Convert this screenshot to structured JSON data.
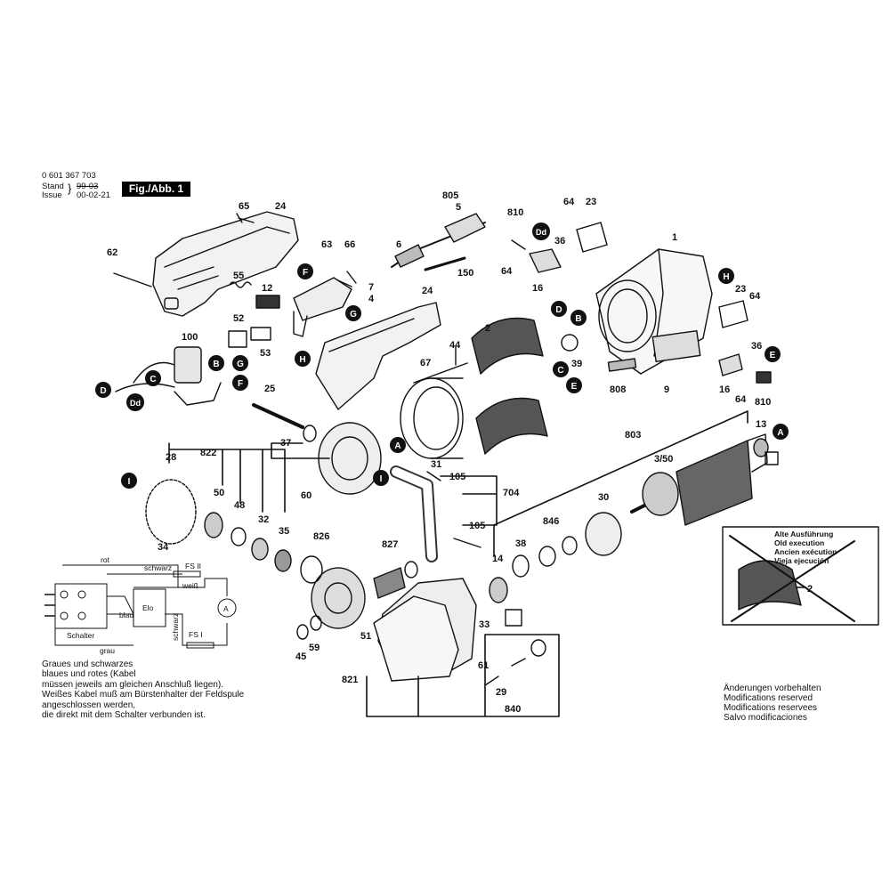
{
  "header": {
    "part_number": "0 601 367 703",
    "stand_label": "Stand",
    "stand_value": "99-03",
    "issue_label": "Issue",
    "issue_value": "00-02-21",
    "figure_label": "Fig./Abb. 1"
  },
  "notes_left": {
    "lines": [
      "Graues und schwarzes",
      "blaues und rotes (Kabel",
      "müssen jeweils am gleichen Anschluß liegen).",
      "Weißes Kabel muß am Bürstenhalter der Feldspule",
      "angeschlossen werden,",
      "die direkt mit dem Schalter verbunden ist."
    ]
  },
  "notes_right": {
    "lines": [
      "Änderungen vorbehalten",
      "Modifications reserved",
      "Modifications reservees",
      "Salvo modificaciones"
    ]
  },
  "old_execution_box": {
    "lines": [
      "Alte Ausführung",
      "Old execution",
      "Ancien exécution",
      "Vieja ejecución"
    ],
    "part_ref": "2"
  },
  "wiring": {
    "rot": "rot",
    "schwarz_top": "schwarz",
    "fs2": "FS II",
    "weiss": "weiß",
    "blau": "blau",
    "elo": "Elo",
    "schwarz_side": "schwarz",
    "fs1": "FS I",
    "schalter": "Schalter",
    "grau": "grau",
    "motor": "A"
  },
  "circle_refs": {
    "A": "A",
    "B": "B",
    "C": "C",
    "D": "D",
    "E": "E",
    "F": "F",
    "G": "G",
    "H": "H",
    "I": "I",
    "Dd": "Dd"
  },
  "part_labels": {
    "p65": "65",
    "p24a": "24",
    "p62": "62",
    "p55": "55",
    "p12": "12",
    "p52": "52",
    "p53": "53",
    "p100": "100",
    "p63": "63",
    "p66": "66",
    "p7": "7",
    "p4": "4",
    "p805": "805",
    "p5": "5",
    "p6": "6",
    "p150": "150",
    "p810a": "810",
    "p64a": "64",
    "p23a": "23",
    "p36a": "36",
    "p64b": "64",
    "p16a": "16",
    "p1": "1",
    "p23b": "23",
    "p64c": "64",
    "p36b": "36",
    "p16b": "16",
    "p64d": "64",
    "p810b": "810",
    "p24b": "24",
    "p2": "2",
    "p44": "44",
    "p67": "67",
    "p39": "39",
    "p808": "808",
    "p9": "9",
    "p25": "25",
    "p37": "37",
    "p822": "822",
    "p28": "28",
    "p50": "50",
    "p48": "48",
    "p32": "32",
    "p35": "35",
    "p34": "34",
    "p60": "60",
    "p31": "31",
    "p105a": "105",
    "p704": "704",
    "p105b": "105",
    "p803": "803",
    "p13": "13",
    "p350": "3/50",
    "p30": "30",
    "p846": "846",
    "p38": "38",
    "p14": "14",
    "p826": "826",
    "p827": "827",
    "p33": "33",
    "p51": "51",
    "p59": "59",
    "p45": "45",
    "p61": "61",
    "p29": "29",
    "p821": "821",
    "p840": "840"
  }
}
